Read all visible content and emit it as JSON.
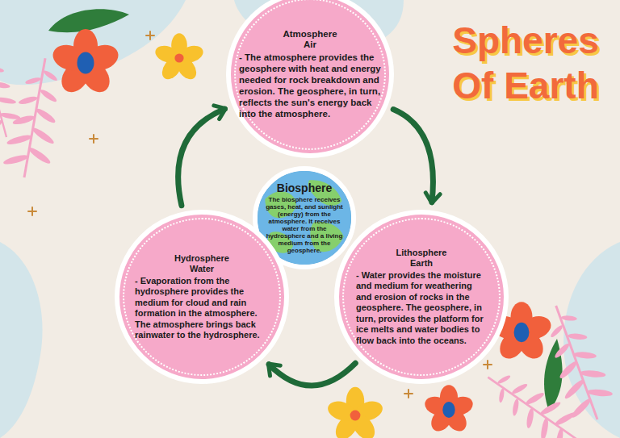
{
  "diagram": {
    "title": "Spheres Of Earth",
    "nodes": [
      {
        "text": [
          "Atmosphere",
          "Air",
          "- The atmosphere provides the geosphere with heat and energy needed for rock breakdown and erosion. The geosphere, in turn, reflects the sun's energy back into the atmosphere."
        ]
      },
      {
        "text": [
          "Biosphere",
          "The biosphere receives gases, heat, and sunlight (energy) from the atmosphere. It receives water from the hydrosphere and a living medium from the geosphere."
        ]
      },
      {
        "text": [
          "Hydrosphere",
          "Water",
          "- Evaporation from the hydrosphere provides the medium for cloud and rain formation in the atmosphere. The atmosphere brings back rainwater to the hydrosphere."
        ]
      },
      {
        "text": [
          "Lithosphere",
          "Earth",
          "- Water provides the moisture and medium for weathering and erosion of rocks in the geosphere. The geosphere, in turn, provides the platform for ice melts and water bodies to flow back into the oceans."
        ]
      }
    ],
    "edges": [
      {
        "from": 0,
        "to": 3,
        "arrow": "to"
      },
      {
        "from": 3,
        "to": 2,
        "arrow": "to"
      },
      {
        "from": 2,
        "to": 0,
        "arrow": "to"
      }
    ]
  }
}
